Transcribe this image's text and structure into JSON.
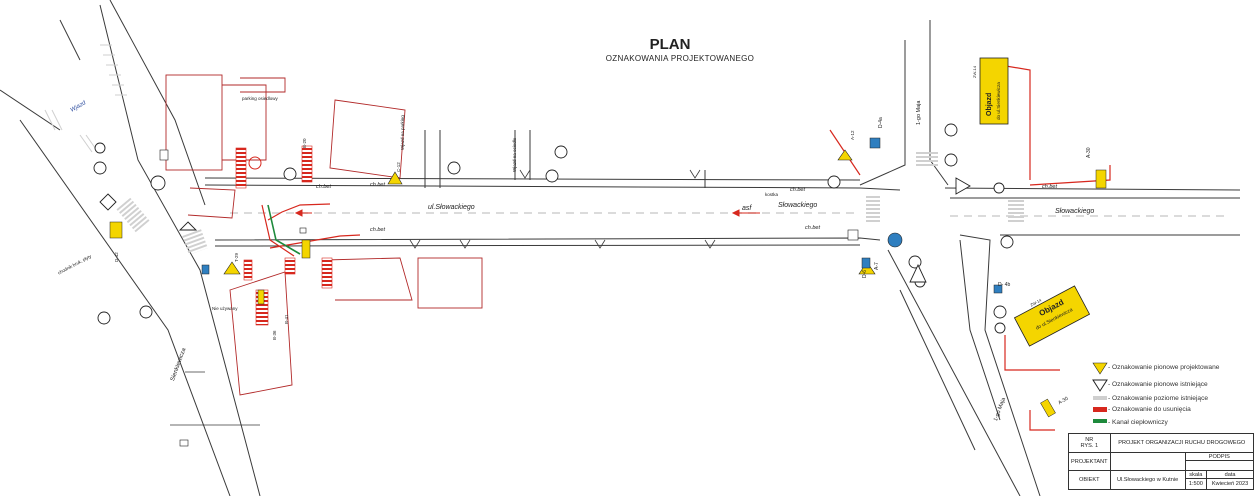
{
  "title": "PLAN",
  "subtitle": "OZNAKOWANIA  PROJEKTOWANEGO",
  "street_labels": {
    "slowackiego_left": "ul.Słowackiego",
    "slowackiego_mid": "Słowackiego",
    "slowackiego_right": "Słowackiego",
    "asf": "asf",
    "ch_bet": "ch.bet",
    "wjazd": "Wjazd",
    "sienkiewicza": "Sienkiewicza",
    "pierwszego_maja_top": "1-go Maja",
    "pierwszego_maja_bottom": "1-go Maja",
    "parking": "parking osiedlowy",
    "nowe_kolor": "Nie używany",
    "kostka": "kostka",
    "wjazd_na_parking": "Wjazd na parking",
    "wjazd_na_osiedle": "Wjazd na osiedle",
    "chodnik_bruk": "chodnik bruk, płyty"
  },
  "sign_codes": {
    "a30_top": "A-30",
    "a30_bottom": "A-30",
    "a7": "A-7",
    "d6": "D-6",
    "d4a": "D-4a",
    "d4b": "D- 4b",
    "b20": "B-20",
    "b36": "B-36",
    "c12": "C-12",
    "a12": "A-12",
    "t29": "T-29",
    "b41": "B-41",
    "d42": "D-42"
  },
  "detour_signs": [
    {
      "line1": "Objazd",
      "line2": "do ul.Sienkiewicza",
      "code": "ZW-14"
    },
    {
      "line1": "Objazd",
      "line2": "do ul.Sienkiewicza",
      "code": "ZW-14"
    }
  ],
  "legend": [
    {
      "label": "- Oznakowanie pionowe projektowane",
      "color": "#f4d500"
    },
    {
      "label": "- Oznakowanie pionowe istniejące",
      "color": "#ffffff"
    },
    {
      "label": "- Oznakowanie poziome istniejące",
      "color": "#c8c8c8"
    },
    {
      "label": "- Oznakowanie do usunięcia",
      "color": "#d7281e"
    },
    {
      "label": "- Kanał ciepłowniczy",
      "color": "#1e8a3c"
    }
  ],
  "title_block": {
    "nr_label": "NR",
    "rys": "RYS. 1",
    "project_title": "PROJEKT ORGANIZACJI RUCHU DROGOWEGO",
    "podpis": "PODPIS",
    "projektant": "PROJEKTANT",
    "obiekt": "OBIEKT",
    "obiekt_value": "Ul.Słowackiego w Kutnie",
    "skala_label": "skala",
    "skala": "1:500",
    "data_label": "data",
    "data": "Kwiecień 2023"
  },
  "colors": {
    "line": "#3a3a3a",
    "red": "#d7281e",
    "yellow": "#f4d500",
    "green": "#1e8a3c",
    "building": "#b22a2a",
    "grey_marking": "#cfcfcf",
    "blue_sign": "#2f7fc0"
  }
}
